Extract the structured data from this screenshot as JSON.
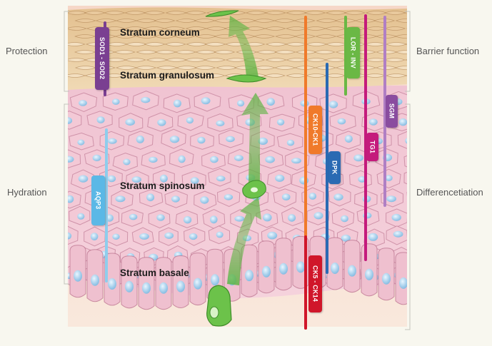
{
  "side_labels": {
    "left": [
      "Protection",
      "Hydration"
    ],
    "right": [
      "Barrier function",
      "Differencetiation"
    ]
  },
  "layers": {
    "corneum": "Stratum corneum",
    "granulosum": "Stratum granulosum",
    "spinosum": "Stratum spinosum",
    "basale": "Stratum basale"
  },
  "markers": {
    "sod": "SOD1 - SOD2",
    "aqp": "AQP3",
    "ck10": "CK10-CK1",
    "ck5": "CK5 - CK14",
    "dpk": "DPK",
    "lor": "LOR - INV",
    "tg1": "TG1",
    "sgm": "SGM"
  },
  "colors": {
    "background": "#f8f7ef",
    "corneum": "#e6c89a",
    "cell_fill": "#f3c9d6",
    "cell_stroke": "#b86e8a",
    "nucleus": "#9fcbe8",
    "basal_cell": "#efc0cf",
    "migrating_cell": "#6cc24a",
    "arrow": "#5fb544",
    "sod": "#7a3f91",
    "aqp": "#5bb8e6",
    "ck10": "#f07a2a",
    "ck5": "#d0162a",
    "dpk": "#2a6ab3",
    "lor": "#6ab845",
    "tg1": "#c41a7c",
    "sgm": "#8a4c9f"
  }
}
